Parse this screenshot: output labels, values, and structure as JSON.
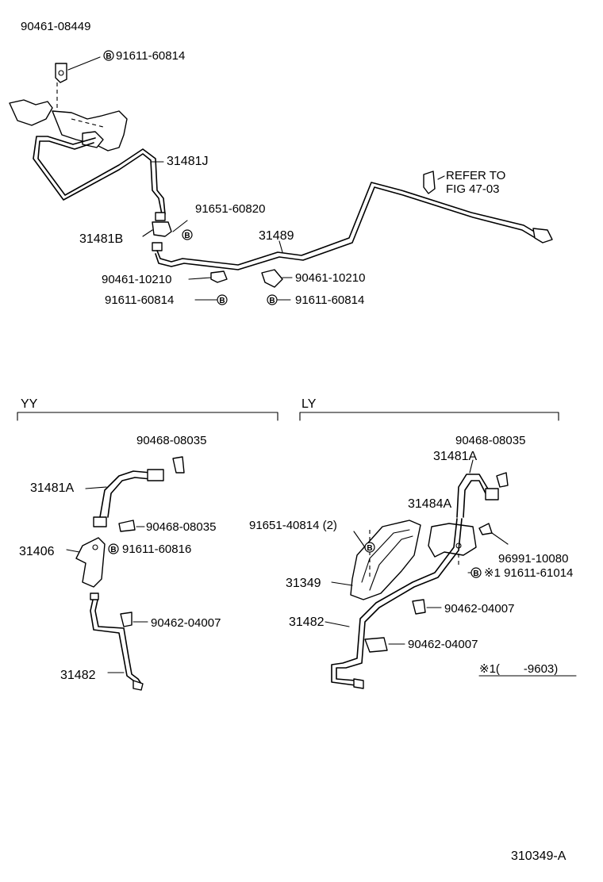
{
  "labels": {
    "p90461_08449": "90461-08449",
    "p91611_60814_top": "91611-60814",
    "p31481J": "31481J",
    "refer1": "REFER TO",
    "refer2": "FIG 47-03",
    "p91651_60820": "91651-60820",
    "p31481B": "31481B",
    "p31489": "31489",
    "p90461_10210_a": "90461-10210",
    "p90461_10210_b": "90461-10210",
    "p91611_60814_a": "91611-60814",
    "p91611_60814_b": "91611-60814",
    "yy_header": "YY",
    "ly_header": "LY",
    "yy_90468_08035_a": "90468-08035",
    "yy_31481A": "31481A",
    "yy_90468_08035_b": "90468-08035",
    "yy_31406": "31406",
    "yy_91611_60816": "91611-60816",
    "yy_90462_04007": "90462-04007",
    "yy_31482": "31482",
    "ly_90468_08035": "90468-08035",
    "ly_31481A": "31481A",
    "ly_31484A": "31484A",
    "ly_91651_40814": "91651-40814 (2)",
    "ly_96991_10080": "96991-10080",
    "ly_91611_61014": "※1 91611-61014",
    "ly_31349": "31349",
    "ly_90462_04007_a": "90462-04007",
    "ly_31482": "31482",
    "ly_90462_04007_b": "90462-04007",
    "note_1": "※1(　　-9603)",
    "fig_code": "310349-A"
  },
  "icons": {
    "bolt_marker": "B"
  }
}
